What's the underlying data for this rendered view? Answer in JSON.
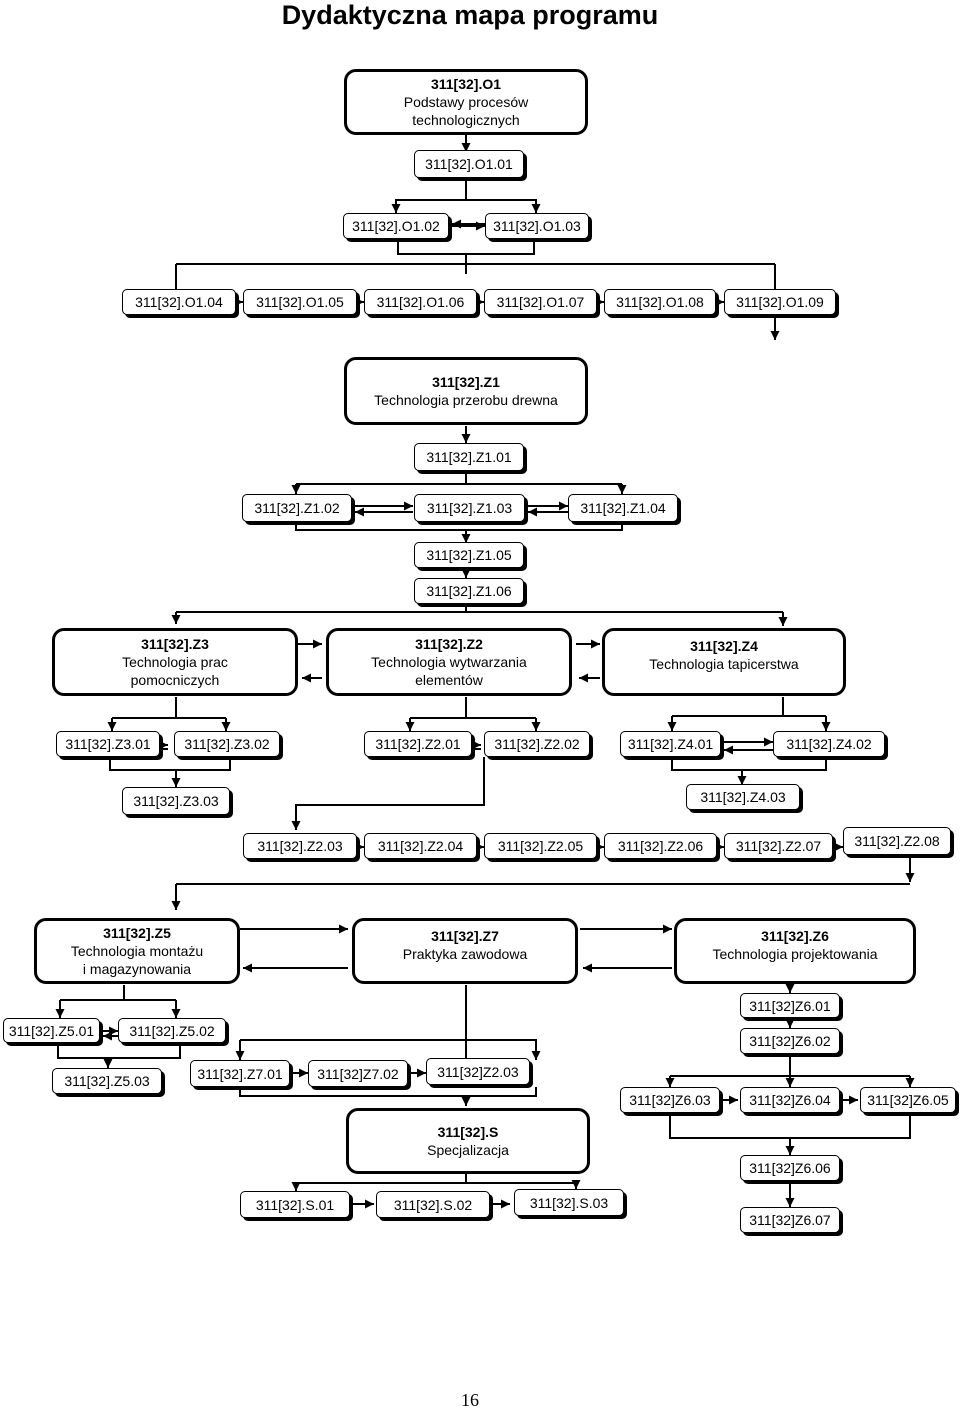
{
  "title": "Dydaktyczna mapa programu",
  "page_number": "16",
  "modules": {
    "O1": {
      "id": "311[32].O1",
      "name": "Podstawy procesów\ntechnologicznych"
    },
    "Z1": {
      "id": "311[32].Z1",
      "name": "Technologia przerobu drewna"
    },
    "Z3": {
      "id": "311[32].Z3",
      "name": "Technologia prac\npomocniczych"
    },
    "Z2": {
      "id": "311[32].Z2",
      "name": "Technologia wytwarzania\nelementów"
    },
    "Z4": {
      "id": "311[32].Z4",
      "name": "Technologia tapicerstwa"
    },
    "Z5": {
      "id": "311[32].Z5",
      "name": "Technologia montażu\ni magazynowania"
    },
    "Z7": {
      "id": "311[32].Z7",
      "name": "Praktyka zawodowa"
    },
    "Z6": {
      "id": "311[32].Z6",
      "name": "Technologia projektowania"
    },
    "S": {
      "id": "311[32].S",
      "name": "Specjalizacja"
    }
  },
  "units": {
    "O1_01": "311[32].O1.01",
    "O1_02": "311[32].O1.02",
    "O1_03": "311[32].O1.03",
    "O1_04": "311[32].O1.04",
    "O1_05": "311[32].O1.05",
    "O1_06": "311[32].O1.06",
    "O1_07": "311[32].O1.07",
    "O1_08": "311[32].O1.08",
    "O1_09": "311[32].O1.09",
    "Z1_01": "311[32].Z1.01",
    "Z1_02": "311[32].Z1.02",
    "Z1_03": "311[32].Z1.03",
    "Z1_04": "311[32].Z1.04",
    "Z1_05": "311[32].Z1.05",
    "Z1_06": "311[32].Z1.06",
    "Z3_01": "311[32].Z3.01",
    "Z3_02": "311[32].Z3.02",
    "Z3_03": "311[32].Z3.03",
    "Z2_01": "311[32].Z2.01",
    "Z2_02": "311[32].Z2.02",
    "Z2_03": "311[32].Z2.03",
    "Z2_04": "311[32].Z2.04",
    "Z2_05": "311[32].Z2.05",
    "Z2_06": "311[32].Z2.06",
    "Z2_07": "311[32].Z2.07",
    "Z2_08": "311[32].Z2.08",
    "Z4_01": "311[32].Z4.01",
    "Z4_02": "311[32].Z4.02",
    "Z4_03": "311[32].Z4.03",
    "Z5_01": "311[32].Z5.01",
    "Z5_02": "311[32].Z5.02",
    "Z5_03": "311[32].Z5.03",
    "Z7_01": "311[32].Z7.01",
    "Z7_02": "311[32]Z7.02",
    "Z7_03": "311[32]Z2.03",
    "Z6_01": "311[32]Z6.01",
    "Z6_02": "311[32]Z6.02",
    "Z6_03": "311[32]Z6.03",
    "Z6_04": "311[32]Z6.04",
    "Z6_05": "311[32]Z6.05",
    "Z6_06": "311[32]Z6.06",
    "Z6_07": "311[32]Z6.07",
    "S_01": "311[32].S.01",
    "S_02": "311[32].S.02",
    "S_03": "311[32].S.03"
  }
}
